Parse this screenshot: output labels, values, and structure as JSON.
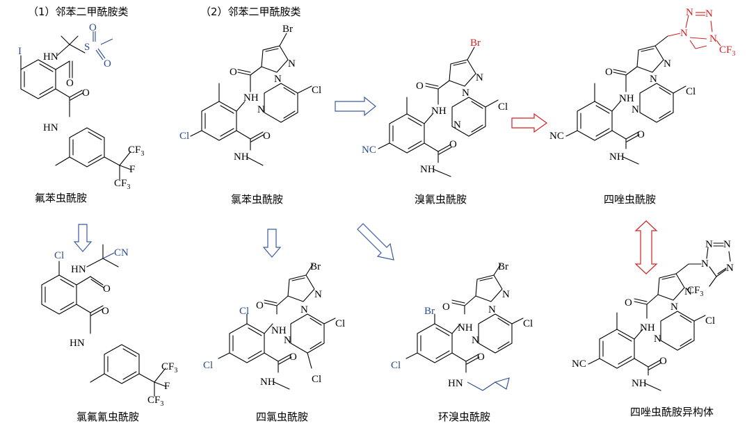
{
  "sections": {
    "s1": "（1）邻苯二甲酰胺类",
    "s2": "（2）邻苯二甲酰胺类"
  },
  "compounds": {
    "flubendiamide": "氟苯虫酰胺",
    "cyclaniliprole": "氯氟氰虫酰胺",
    "chlorantraniliprole": "氯苯虫酰胺",
    "cyantraniliprole": "溴氰虫酰胺",
    "tetraniliprole": "四唑虫酰胺",
    "tetrachlorantraniliprole": "四氯虫酰胺",
    "cyclopyranil": "环溴虫酰胺",
    "tetraniliprole_isomer": "四唑虫酰胺异构体"
  },
  "atoms": {
    "I": "I",
    "NH": "NH",
    "HN": "HN",
    "S": "S",
    "O": "O",
    "N": "N",
    "CF3": "CF",
    "F": "F",
    "CN": "CN",
    "NC": "NC",
    "Cl": "Cl",
    "Br": "Br",
    "three": "3"
  },
  "colors": {
    "blue": "#2a4a8f",
    "red": "#d42020",
    "black": "#000000"
  }
}
